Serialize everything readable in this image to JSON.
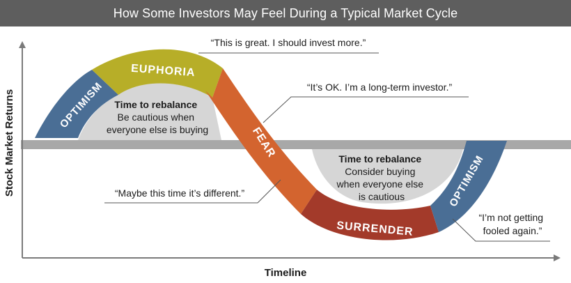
{
  "title": "How Some Investors May Feel During a Typical Market Cycle",
  "axes": {
    "y_label": "Stock Market Returns",
    "x_label": "Timeline"
  },
  "phases": [
    {
      "label": "OPTIMISM",
      "color": "#4a6e95"
    },
    {
      "label": "EUPHORIA",
      "color": "#b7ae28"
    },
    {
      "label": "FEAR",
      "color": "#d3642f"
    },
    {
      "label": "SURRENDER",
      "color": "#a33a2a"
    },
    {
      "label": "OPTIMISM",
      "color": "#4a6e95"
    }
  ],
  "rebalance_notes": [
    {
      "title": "Time to rebalance",
      "lines": [
        "Be cautious when",
        "everyone else is buying"
      ]
    },
    {
      "title": "Time to rebalance",
      "lines": [
        "Consider buying",
        "when everyone else",
        "is cautious"
      ]
    }
  ],
  "quotes": [
    {
      "lines": [
        "“This is great. I should invest more.”"
      ]
    },
    {
      "lines": [
        "“It’s OK. I’m a long-term investor.”"
      ]
    },
    {
      "lines": [
        "“Maybe this time it’s different.”"
      ]
    },
    {
      "lines": [
        "“I’m not getting",
        "fooled again.”"
      ]
    }
  ],
  "colors": {
    "banner": "#5e5e5e",
    "baseline_band": "#a8a8a8",
    "fill_area": "#d6d6d6",
    "axis": "#7a7a7a"
  }
}
